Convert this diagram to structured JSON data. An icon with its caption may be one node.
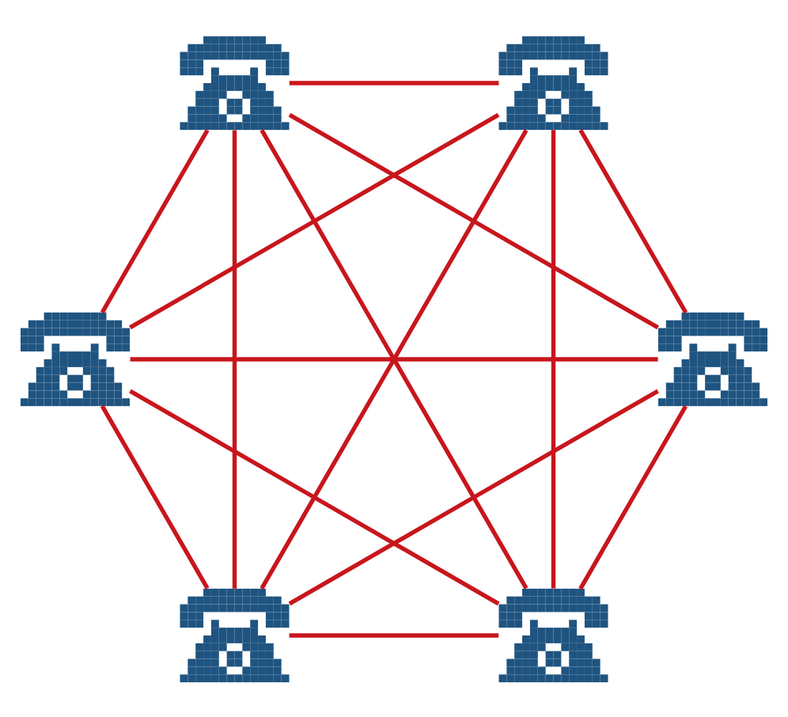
{
  "diagram": {
    "nodes": [
      {
        "text": [],
        "shape": "picture"
      },
      {
        "text": [],
        "shape": "picture"
      },
      {
        "text": [],
        "shape": "picture"
      },
      {
        "text": [],
        "shape": "picture"
      },
      {
        "text": [],
        "shape": "picture"
      },
      {
        "text": [],
        "shape": "picture"
      }
    ],
    "edges": [
      {
        "from": 0,
        "to": 1,
        "arrow": "none"
      },
      {
        "from": 0,
        "to": 2,
        "arrow": "none"
      },
      {
        "from": 0,
        "to": 3,
        "arrow": "none"
      },
      {
        "from": 0,
        "to": 4,
        "arrow": "none"
      },
      {
        "from": 0,
        "to": 5,
        "arrow": "none"
      },
      {
        "from": 1,
        "to": 2,
        "arrow": "none"
      },
      {
        "from": 1,
        "to": 3,
        "arrow": "none"
      },
      {
        "from": 1,
        "to": 4,
        "arrow": "none"
      },
      {
        "from": 1,
        "to": 5,
        "arrow": "none"
      },
      {
        "from": 2,
        "to": 3,
        "arrow": "none"
      },
      {
        "from": 2,
        "to": 4,
        "arrow": "none"
      },
      {
        "from": 2,
        "to": 5,
        "arrow": "none"
      },
      {
        "from": 3,
        "to": 4,
        "arrow": "none"
      },
      {
        "from": 3,
        "to": 5,
        "arrow": "none"
      },
      {
        "from": 4,
        "to": 5,
        "arrow": "none"
      }
    ]
  }
}
